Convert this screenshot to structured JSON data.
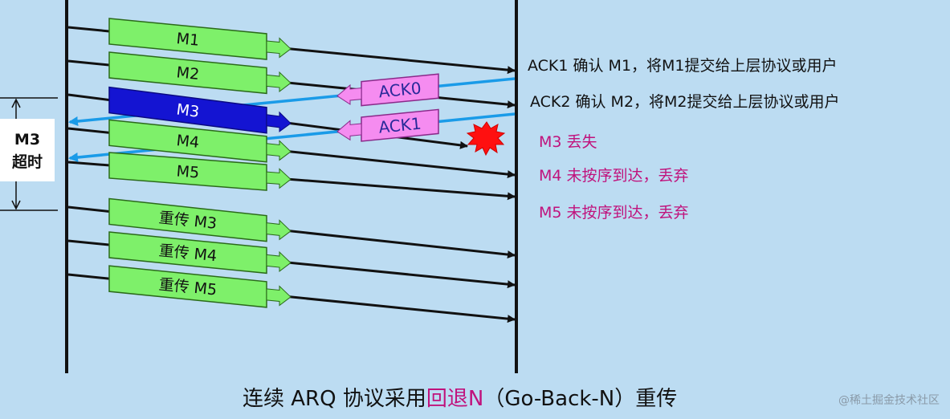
{
  "frames": [
    {
      "label": "M1"
    },
    {
      "label": "M2"
    },
    {
      "label": "M3",
      "highlight": true
    },
    {
      "label": "M4"
    },
    {
      "label": "M5"
    },
    {
      "label": "重传 M3"
    },
    {
      "label": "重传 M4"
    },
    {
      "label": "重传 M5"
    }
  ],
  "acks": [
    {
      "label": "ACK0"
    },
    {
      "label": "ACK1"
    }
  ],
  "receiver_notes": [
    {
      "text": "ACK1 确认 M1，将M1提交给上层协议或用户",
      "color": "#111111"
    },
    {
      "text": "ACK2 确认 M2，将M2提交给上层协议或用户",
      "color": "#111111"
    },
    {
      "text": "M3 丢失",
      "color": "#c0127c"
    },
    {
      "text": "M4 未按序到达，丢弃",
      "color": "#c0127c"
    },
    {
      "text": "M5 未按序到达，丢弃",
      "color": "#c0127c"
    }
  ],
  "timeout": {
    "line1": "M3",
    "line2": "超时"
  },
  "caption": {
    "prefix": "连续 ARQ 协议采用",
    "highlight": "回退N",
    "suffix": "（Go-Back-N）重传"
  },
  "watermark": "@稀土掘金技术社区",
  "colors": {
    "background": "#bcdcf2",
    "frame_fill": "#7ef06a",
    "frame_highlight": "#1414d2",
    "ack_fill": "#f58cf0",
    "ack_line": "#1a9be8",
    "accent": "#c0127c",
    "loss_burst": "#ff1010"
  }
}
